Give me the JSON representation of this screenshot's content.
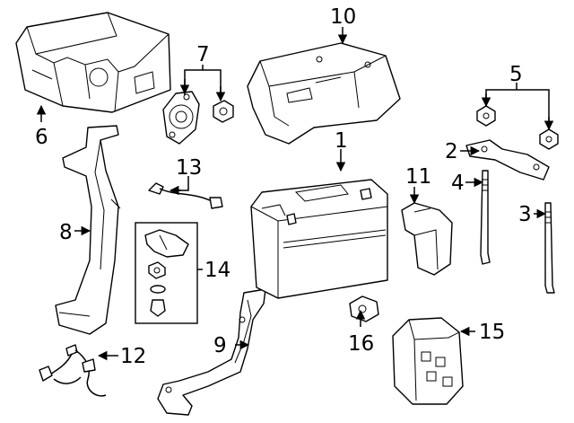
{
  "diagram": {
    "labels": {
      "l1": "1",
      "l2": "2",
      "l3": "3",
      "l4": "4",
      "l5": "5",
      "l6": "6",
      "l7": "7",
      "l8": "8",
      "l9": "9",
      "l10": "10",
      "l11": "11",
      "l12": "12",
      "l13": "13",
      "l14": "14",
      "l15": "15",
      "l16": "16"
    }
  }
}
